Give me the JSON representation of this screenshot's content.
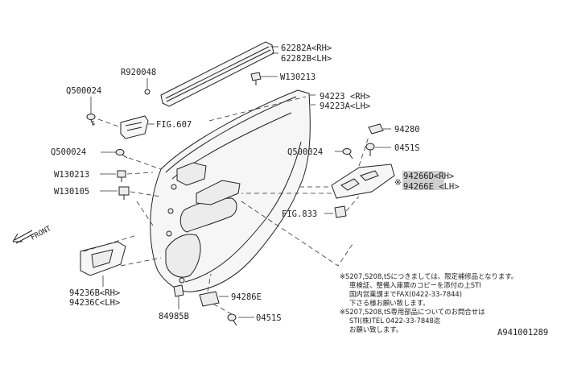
{
  "parts": {
    "p62282": [
      "62282A<RH>",
      "62282B<LH>"
    ],
    "r920048": "R920048",
    "w130213_top": "W130213",
    "q500024_top": "Q500024",
    "fig607": "FIG.607",
    "p94223": [
      "94223 <RH>",
      "94223A<LH>"
    ],
    "q500024_mid": "Q500024",
    "w130213_mid": "W130213",
    "w130105": "W130105",
    "p94280": "94280",
    "p0451s_right": "0451S",
    "q500024_right": "Q500024",
    "p94266": [
      "94266D<RH>",
      "94266E <LH>"
    ],
    "asterisk": "※",
    "fig833": "FIG.833",
    "front": "FRONT",
    "p94236": [
      "94236B<RH>",
      "94236C<LH>"
    ],
    "p94286e": "94286E",
    "p84985b": "84985B",
    "p0451s_bottom": "0451S"
  },
  "notes": [
    "※S207,S208,tSにつきましては、限定補修品となります。",
    "車検証、整備入庫票のコピーを添付の上STI",
    "国内営業課までFAX(0422-33-7844)",
    "下さる様お願い致します。",
    "※S207,S208,tS専用部品についてのお問合せは",
    "STI(株)TEL 0422-33-7848迄",
    "お願い致します。"
  ],
  "diagram_id": "A941001289",
  "colors": {
    "line": "#222222",
    "highlight": "#cfcfcf",
    "background": "#ffffff"
  }
}
